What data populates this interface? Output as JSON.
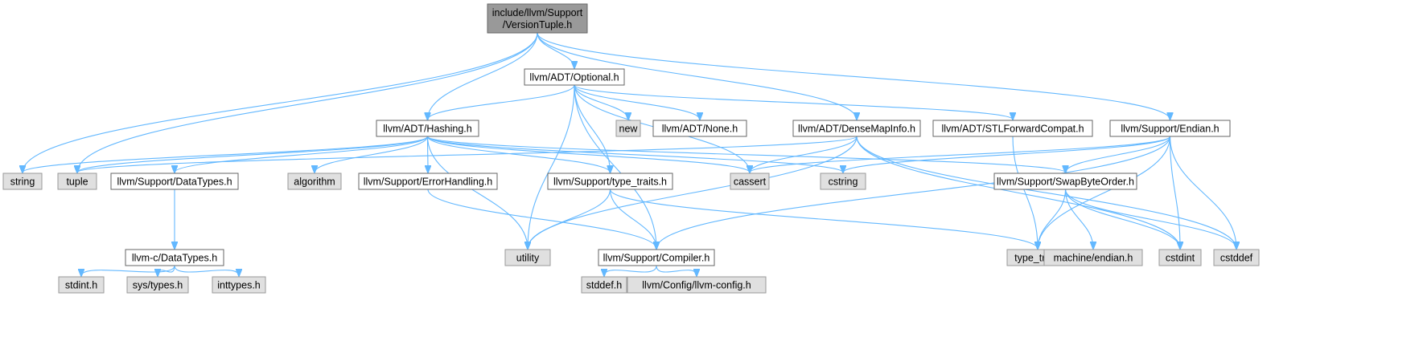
{
  "diagram": {
    "type": "include-dependency-graph",
    "colors": {
      "edge": "#63b8ff",
      "root_fill": "#999999",
      "root_border": "#666666",
      "header_fill": "#ffffff",
      "header_border": "#666666",
      "system_fill": "#e0e0e0",
      "system_border": "#999999"
    },
    "nodes": [
      {
        "id": "root",
        "lines": [
          "include/llvm/Support",
          "/VersionTuple.h"
        ],
        "kind": "root"
      },
      {
        "id": "optional",
        "lines": [
          "llvm/ADT/Optional.h"
        ],
        "kind": "header"
      },
      {
        "id": "hashing",
        "lines": [
          "llvm/ADT/Hashing.h"
        ],
        "kind": "header"
      },
      {
        "id": "new",
        "lines": [
          "new"
        ],
        "kind": "system"
      },
      {
        "id": "none",
        "lines": [
          "llvm/ADT/None.h"
        ],
        "kind": "header"
      },
      {
        "id": "densemapinfo",
        "lines": [
          "llvm/ADT/DenseMapInfo.h"
        ],
        "kind": "header"
      },
      {
        "id": "stlforward",
        "lines": [
          "llvm/ADT/STLForwardCompat.h"
        ],
        "kind": "header"
      },
      {
        "id": "endian",
        "lines": [
          "llvm/Support/Endian.h"
        ],
        "kind": "header"
      },
      {
        "id": "string",
        "lines": [
          "string"
        ],
        "kind": "system"
      },
      {
        "id": "tuple",
        "lines": [
          "tuple"
        ],
        "kind": "system"
      },
      {
        "id": "datatypes",
        "lines": [
          "llvm/Support/DataTypes.h"
        ],
        "kind": "header"
      },
      {
        "id": "algorithm",
        "lines": [
          "algorithm"
        ],
        "kind": "system"
      },
      {
        "id": "errorhandling",
        "lines": [
          "llvm/Support/ErrorHandling.h"
        ],
        "kind": "header"
      },
      {
        "id": "typetraitsh",
        "lines": [
          "llvm/Support/type_traits.h"
        ],
        "kind": "header"
      },
      {
        "id": "cassert",
        "lines": [
          "cassert"
        ],
        "kind": "system"
      },
      {
        "id": "cstring",
        "lines": [
          "cstring"
        ],
        "kind": "system"
      },
      {
        "id": "swapbyteorder",
        "lines": [
          "llvm/Support/SwapByteOrder.h"
        ],
        "kind": "header"
      },
      {
        "id": "cdatatypes",
        "lines": [
          "llvm-c/DataTypes.h"
        ],
        "kind": "header"
      },
      {
        "id": "utility",
        "lines": [
          "utility"
        ],
        "kind": "system"
      },
      {
        "id": "compiler",
        "lines": [
          "llvm/Support/Compiler.h"
        ],
        "kind": "header"
      },
      {
        "id": "type_traits",
        "lines": [
          "type_traits"
        ],
        "kind": "system"
      },
      {
        "id": "machineendian",
        "lines": [
          "machine/endian.h"
        ],
        "kind": "system"
      },
      {
        "id": "cstdint",
        "lines": [
          "cstdint"
        ],
        "kind": "system"
      },
      {
        "id": "cstddef",
        "lines": [
          "cstddef"
        ],
        "kind": "system"
      },
      {
        "id": "stdint",
        "lines": [
          "stdint.h"
        ],
        "kind": "system"
      },
      {
        "id": "systypes",
        "lines": [
          "sys/types.h"
        ],
        "kind": "system"
      },
      {
        "id": "inttypes",
        "lines": [
          "inttypes.h"
        ],
        "kind": "system"
      },
      {
        "id": "stddef",
        "lines": [
          "stddef.h"
        ],
        "kind": "system"
      },
      {
        "id": "llvmconfig",
        "lines": [
          "llvm/Config/llvm-config.h"
        ],
        "kind": "system"
      }
    ],
    "edges": [
      {
        "from": "root",
        "to": "optional"
      },
      {
        "from": "root",
        "to": "hashing"
      },
      {
        "from": "root",
        "to": "densemapinfo"
      },
      {
        "from": "root",
        "to": "endian"
      },
      {
        "from": "root",
        "to": "string"
      },
      {
        "from": "root",
        "to": "tuple"
      },
      {
        "from": "optional",
        "to": "hashing"
      },
      {
        "from": "optional",
        "to": "new"
      },
      {
        "from": "optional",
        "to": "none"
      },
      {
        "from": "optional",
        "to": "stlforward"
      },
      {
        "from": "optional",
        "to": "cassert"
      },
      {
        "from": "optional",
        "to": "utility"
      },
      {
        "from": "optional",
        "to": "typetraitsh"
      },
      {
        "from": "optional",
        "to": "compiler"
      },
      {
        "from": "hashing",
        "to": "string"
      },
      {
        "from": "hashing",
        "to": "tuple"
      },
      {
        "from": "hashing",
        "to": "datatypes"
      },
      {
        "from": "hashing",
        "to": "algorithm"
      },
      {
        "from": "hashing",
        "to": "errorhandling"
      },
      {
        "from": "hashing",
        "to": "typetraitsh"
      },
      {
        "from": "hashing",
        "to": "cassert"
      },
      {
        "from": "hashing",
        "to": "cstring"
      },
      {
        "from": "hashing",
        "to": "swapbyteorder"
      },
      {
        "from": "hashing",
        "to": "utility"
      },
      {
        "from": "densemapinfo",
        "to": "tuple"
      },
      {
        "from": "densemapinfo",
        "to": "cassert"
      },
      {
        "from": "densemapinfo",
        "to": "utility"
      },
      {
        "from": "densemapinfo",
        "to": "cstdint"
      },
      {
        "from": "densemapinfo",
        "to": "cstddef"
      },
      {
        "from": "stlforward",
        "to": "type_traits"
      },
      {
        "from": "endian",
        "to": "cassert"
      },
      {
        "from": "endian",
        "to": "cstring"
      },
      {
        "from": "endian",
        "to": "swapbyteorder"
      },
      {
        "from": "endian",
        "to": "compiler"
      },
      {
        "from": "endian",
        "to": "type_traits"
      },
      {
        "from": "endian",
        "to": "cstdint"
      },
      {
        "from": "endian",
        "to": "cstddef"
      },
      {
        "from": "datatypes",
        "to": "cdatatypes"
      },
      {
        "from": "errorhandling",
        "to": "compiler"
      },
      {
        "from": "typetraitsh",
        "to": "utility"
      },
      {
        "from": "typetraitsh",
        "to": "compiler"
      },
      {
        "from": "typetraitsh",
        "to": "type_traits"
      },
      {
        "from": "swapbyteorder",
        "to": "type_traits"
      },
      {
        "from": "swapbyteorder",
        "to": "machineendian"
      },
      {
        "from": "swapbyteorder",
        "to": "cstdint"
      },
      {
        "from": "swapbyteorder",
        "to": "cstddef"
      },
      {
        "from": "cdatatypes",
        "to": "stdint"
      },
      {
        "from": "cdatatypes",
        "to": "systypes"
      },
      {
        "from": "cdatatypes",
        "to": "inttypes"
      },
      {
        "from": "compiler",
        "to": "stddef"
      },
      {
        "from": "compiler",
        "to": "llvmconfig"
      }
    ]
  }
}
